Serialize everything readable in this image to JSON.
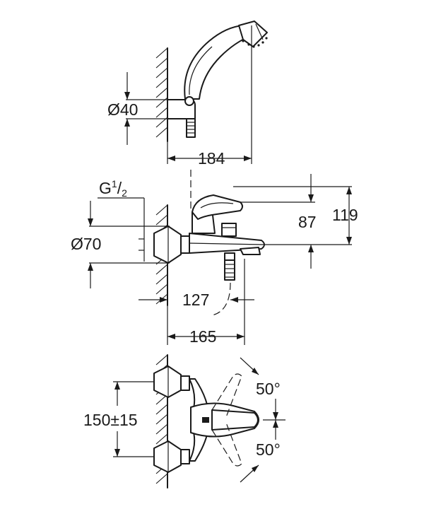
{
  "dimensions": {
    "handshower_holder_diameter": "Ø40",
    "handshower_projection": "184",
    "thread_size_main": "G",
    "thread_size_sup": "1",
    "thread_size_sub": "2",
    "flange_diameter": "Ø70",
    "spout_height": "87",
    "lever_height": "119",
    "spout_projection_inner": "127",
    "spout_projection_outer": "165",
    "centers_distance": "150±15",
    "lever_angle_top": "50°",
    "lever_angle_bottom": "50°"
  }
}
